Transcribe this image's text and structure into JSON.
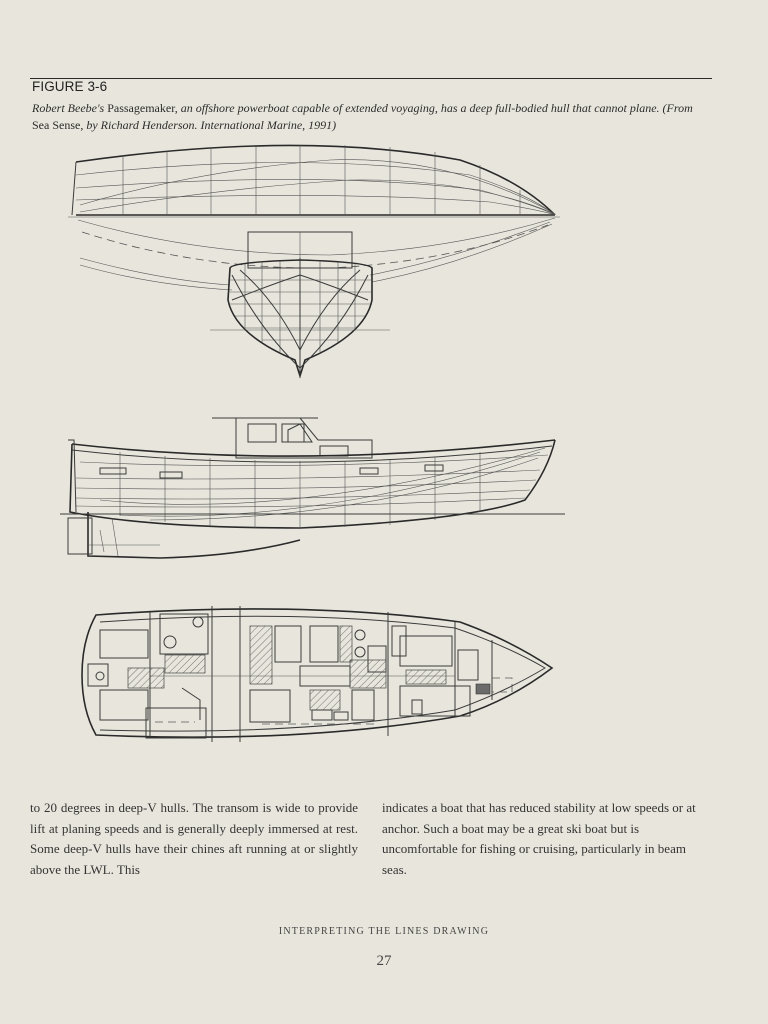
{
  "figure": {
    "label": "FIGURE 3-6",
    "caption_name": "Robert Beebe's",
    "caption_boat": "Passagemaker,",
    "caption_desc": "an offshore powerboat capable of extended voyaging, has a deep full-bodied hull that cannot plane.",
    "caption_source_open": "(From",
    "caption_source_book": "Sea Sense,",
    "caption_source_rest": "by Richard Henderson. International Marine, 1991)"
  },
  "body": {
    "left_column": "to 20 degrees in deep-V hulls. The transom is wide to provide lift at planing speeds and is generally deeply immersed at rest. Some deep-V hulls have their chines aft running at or slightly above the LWL. This",
    "right_column": "indicates a boat that has reduced stability at low speeds or at anchor. Such a boat may be a great ski boat but is uncomfortable for fishing or cruising, particularly in beam seas."
  },
  "footer": {
    "running_head": "INTERPRETING THE LINES DRAWING",
    "page_number": "27"
  }
}
